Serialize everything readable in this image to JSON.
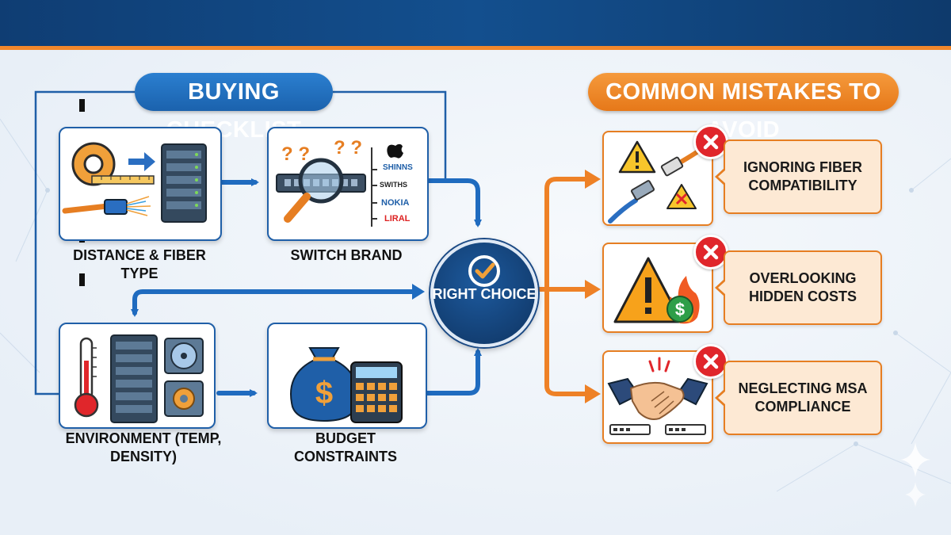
{
  "checklist_title": "BUYING CHECKLIST",
  "mistakes_title": "COMMON MISTAKES TO AVOID",
  "center_label": "RIGHT CHOICE",
  "checklist": [
    {
      "label": "DISTANCE & FIBER TYPE",
      "icon": "tape-measure-server-icon"
    },
    {
      "label": "SWITCH BRAND",
      "icon": "magnifier-switch-icon",
      "brands": [
        "SHINNS",
        "SWITHS",
        "NOKIA",
        "LIRAL"
      ]
    },
    {
      "label": "ENVIRONMENT (TEMP, DENSITY)",
      "icon": "thermometer-server-icon"
    },
    {
      "label": "BUDGET CONSTRAINTS",
      "icon": "money-bag-calculator-icon"
    }
  ],
  "mistakes": [
    {
      "label": "IGNORING FIBER COMPATIBILITY",
      "icon": "fiber-connector-warning-icon"
    },
    {
      "label": "OVERLOOKING HIDDEN COSTS",
      "icon": "warning-fire-dollar-icon"
    },
    {
      "label": "NEGLECTING MSA COMPLIANCE",
      "icon": "handshake-conflict-icon"
    }
  ],
  "colors": {
    "blue": "#1f5fa8",
    "navy": "#123d70",
    "orange": "#e67e22",
    "red": "#e0262b"
  }
}
